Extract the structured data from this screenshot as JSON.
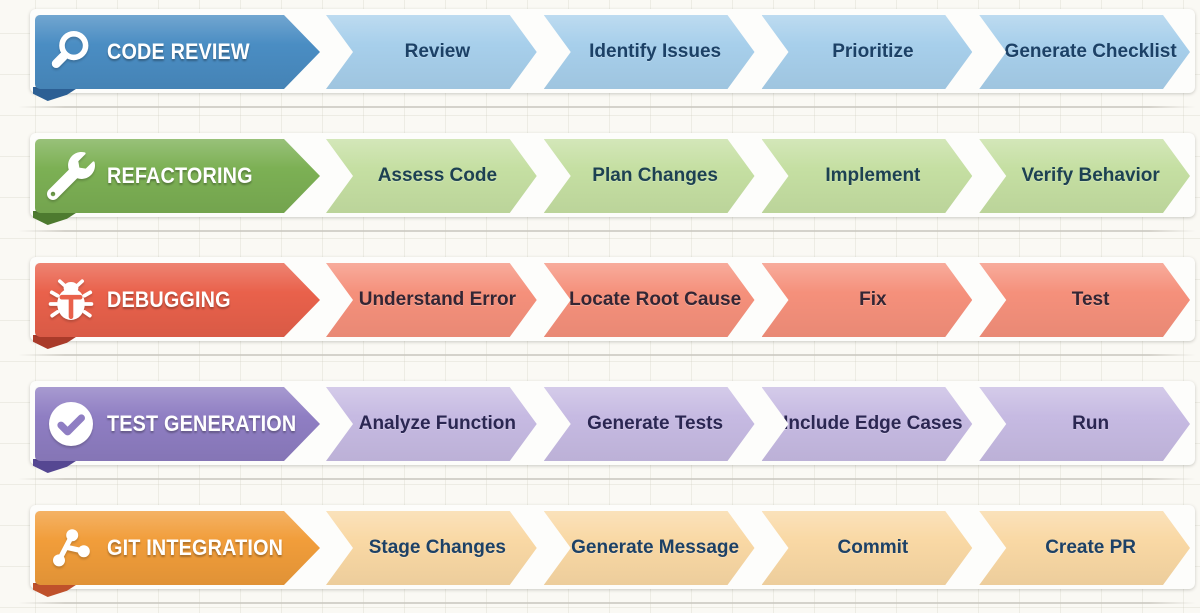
{
  "page": {
    "background": "#faf9f4",
    "grid_color": "#d9d6c8",
    "sheet_color": "#fdfdfb",
    "separator_color": "#c8c5bd"
  },
  "workflows": [
    {
      "name": "CODE REVIEW",
      "icon": "magnifier-icon",
      "colors": {
        "header": "#4a8dc3",
        "fold": "#2c5f94",
        "step": "#a7cfeb",
        "step_text": "#1c4166",
        "header_text": "#ffffff"
      },
      "steps": [
        "Review",
        "Identify Issues",
        "Prioritize",
        "Generate Checklist"
      ]
    },
    {
      "name": "REFACTORING",
      "icon": "wrench-icon",
      "colors": {
        "header": "#7cb054",
        "fold": "#4d7a2f",
        "step": "#c5dfa2",
        "step_text": "#1d4152",
        "header_text": "#ffffff"
      },
      "steps": [
        "Assess Code",
        "Plan Changes",
        "Implement",
        "Verify Behavior"
      ]
    },
    {
      "name": "DEBUGGING",
      "icon": "bug-icon",
      "colors": {
        "header": "#e9614b",
        "fold": "#a93b2a",
        "step": "#f5907b",
        "step_text": "#342634",
        "header_text": "#ffffff"
      },
      "steps": [
        "Understand Error",
        "Locate Root Cause",
        "Fix",
        "Test"
      ]
    },
    {
      "name": "TEST GENERATION",
      "icon": "check-circle-icon",
      "colors": {
        "header": "#8f7ec3",
        "fold": "#554792",
        "step": "#c6bae2",
        "step_text": "#2b2752",
        "header_text": "#ffffff"
      },
      "steps": [
        "Analyze Function",
        "Generate Tests",
        "Include Edge Cases",
        "Run"
      ]
    },
    {
      "name": "GIT INTEGRATION",
      "icon": "git-branch-icon",
      "colors": {
        "header": "#f19d3a",
        "fold": "#bf512b",
        "step": "#f9d8a4",
        "step_text": "#1d4166",
        "header_text": "#ffffff"
      },
      "steps": [
        "Stage Changes",
        "Generate Message",
        "Commit",
        "Create PR"
      ]
    }
  ]
}
